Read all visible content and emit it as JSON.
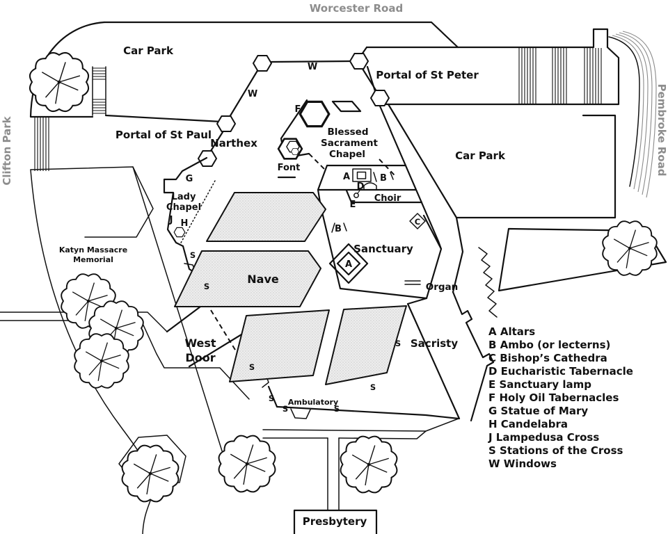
{
  "colors": {
    "ink": "#111111",
    "road_text": "#8d8d8d",
    "seating_fill": "#ececec"
  },
  "roads": {
    "top": "Worcester Road",
    "left": "Clifton Park",
    "right": "Pembroke Road"
  },
  "labels": {
    "car_park_left": "Car Park",
    "car_park_right": "Car Park",
    "portal_st_peter": "Portal of St Peter",
    "portal_st_paul": "Portal of St Paul",
    "narthex": "Narthex",
    "font": "Font",
    "blessed_sacrament": [
      "Blessed",
      "Sacrament",
      "Chapel"
    ],
    "lady_chapel": [
      "Lady",
      "Chapel"
    ],
    "katyn_memorial": [
      "Katyn Massacre",
      "Memorial"
    ],
    "choir": "Choir",
    "sanctuary": "Sanctuary",
    "organ": "Organ",
    "nave": "Nave",
    "west_door": [
      "West",
      "Door"
    ],
    "sacristy": "Sacristy",
    "ambulatory": "Ambulatory",
    "presbytery": "Presbytery"
  },
  "letters": {
    "w_north_wall": "W",
    "w_west_wall": "W",
    "f_holy_oil": "F",
    "a_high_altar": "A",
    "b_ambo_choir": "B",
    "d_tabernacle": "D",
    "e_lamp": "E",
    "c_cathedra": "C",
    "b_ambo_nave": "B",
    "a_nave_altar": "A",
    "g_statue": "G",
    "j_cross": "J",
    "h_candelabra": "H"
  },
  "stations": [
    "S",
    "S",
    "S",
    "S",
    "S",
    "S",
    "S",
    "S"
  ],
  "legend_items": [
    "A Altars",
    "B Ambo (or lecterns)",
    "C Bishop’s Cathedra",
    "D Eucharistic Tabernacle",
    "E Sanctuary lamp",
    "F Holy Oil Tabernacles",
    "G Statue of Mary",
    "H Candelabra",
    "J Lampedusa Cross",
    "S Stations of the Cross",
    "W Windows"
  ]
}
